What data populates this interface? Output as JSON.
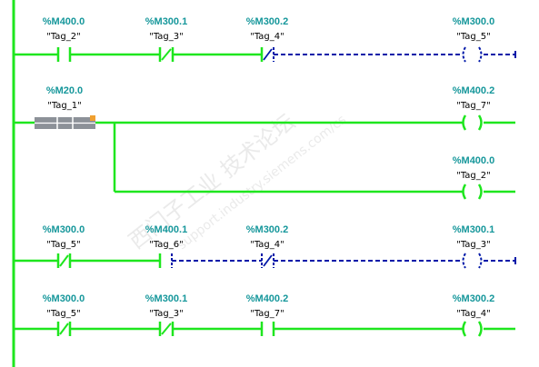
{
  "colors": {
    "energized": "#1ee61e",
    "de_energized": "#0018a8",
    "address": "#16979b",
    "tag_text": "#000000",
    "block": "#8c9198",
    "block_corner": "#f0a030",
    "watermark": "#d9d9d9"
  },
  "watermark": {
    "line1": "西门子工业 技术论坛",
    "line2": "support.industry.siemens.com/cs"
  },
  "rungs": [
    {
      "id": "rung-1",
      "contacts": [
        {
          "type": "no-contact",
          "address": "%M400.0",
          "tag": "\"Tag_2\"",
          "energized": true
        },
        {
          "type": "nc-contact",
          "address": "%M300.1",
          "tag": "\"Tag_3\"",
          "energized": true
        },
        {
          "type": "nc-contact",
          "address": "%M300.2",
          "tag": "\"Tag_4\"",
          "energized": false
        }
      ],
      "coil": {
        "address": "%M300.0",
        "tag": "\"Tag_5\"",
        "energized": false
      }
    },
    {
      "id": "rung-2",
      "contacts": [
        {
          "type": "function-block",
          "address": "%M20.0",
          "tag": "\"Tag_1\"",
          "energized": true
        }
      ],
      "coils": [
        {
          "address": "%M400.2",
          "tag": "\"Tag_7\"",
          "energized": true
        },
        {
          "address": "%M400.0",
          "tag": "\"Tag_2\"",
          "energized": true
        }
      ]
    },
    {
      "id": "rung-3",
      "contacts": [
        {
          "type": "nc-contact",
          "address": "%M300.0",
          "tag": "\"Tag_5\"",
          "energized": true
        },
        {
          "type": "no-contact",
          "address": "%M400.1",
          "tag": "\"Tag_6\"",
          "energized": false
        },
        {
          "type": "nc-contact",
          "address": "%M300.2",
          "tag": "\"Tag_4\"",
          "energized": false
        }
      ],
      "coil": {
        "address": "%M300.1",
        "tag": "\"Tag_3\"",
        "energized": false
      }
    },
    {
      "id": "rung-4",
      "contacts": [
        {
          "type": "nc-contact",
          "address": "%M300.0",
          "tag": "\"Tag_5\"",
          "energized": true
        },
        {
          "type": "nc-contact",
          "address": "%M300.1",
          "tag": "\"Tag_3\"",
          "energized": true
        },
        {
          "type": "no-contact",
          "address": "%M400.2",
          "tag": "\"Tag_7\"",
          "energized": true
        }
      ],
      "coil": {
        "address": "%M300.2",
        "tag": "\"Tag_4\"",
        "energized": true
      }
    }
  ]
}
